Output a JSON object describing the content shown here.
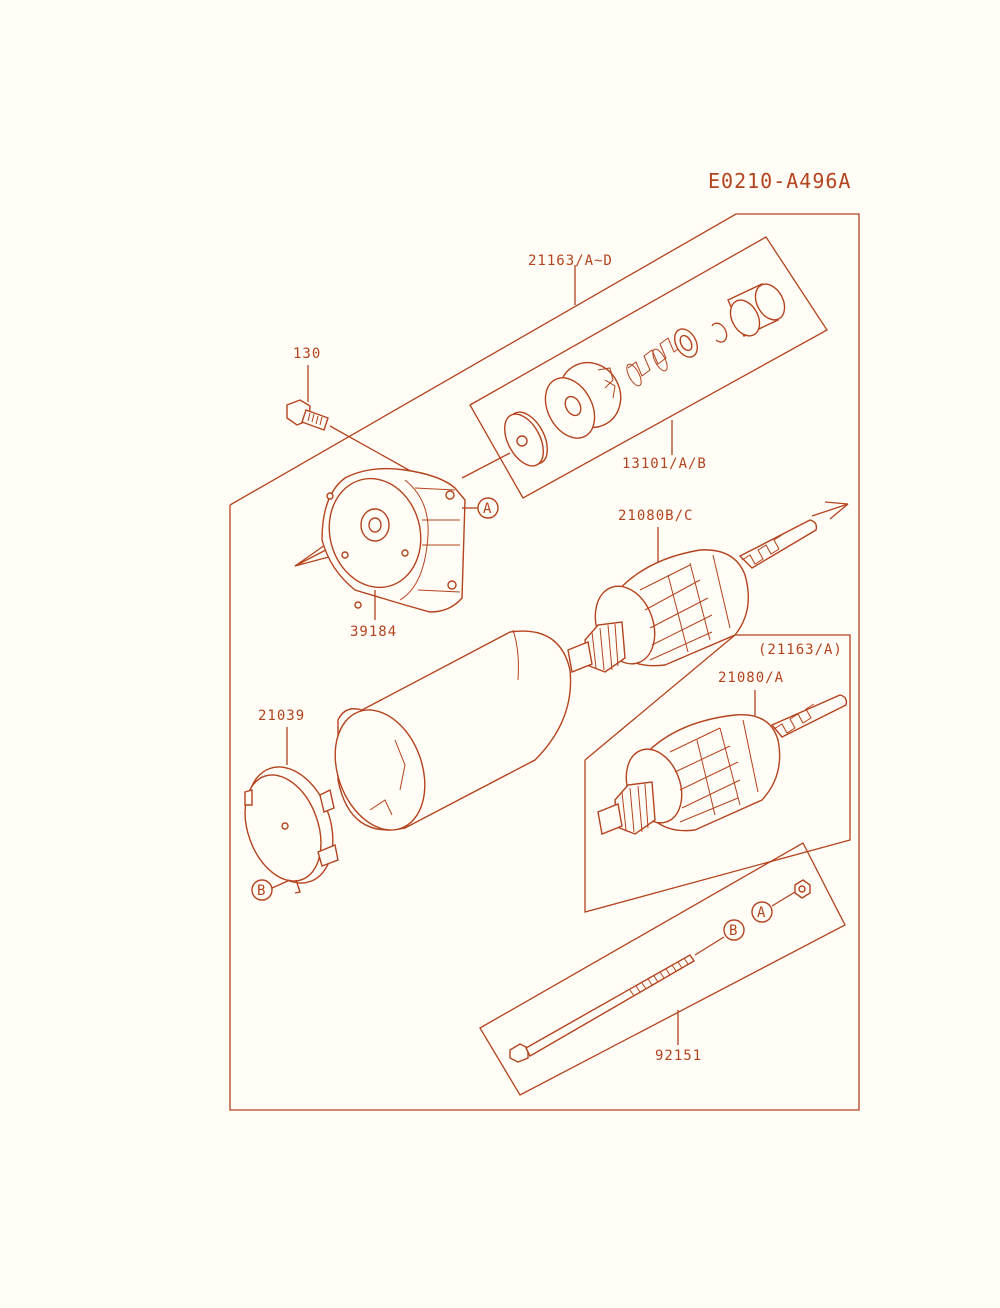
{
  "diagram_code": "E0210-A496A",
  "labels": {
    "p21163": "21163/A~D",
    "p130": "130",
    "p13101": "13101/A/B",
    "p21080bc": "21080B/C",
    "p39184": "39184",
    "p21163a": "(21163/A)",
    "p21080a": "21080/A",
    "p21039": "21039",
    "p92151": "92151"
  },
  "callouts": {
    "a1": "A",
    "b1": "B",
    "b2": "B",
    "a2": "A"
  },
  "colors": {
    "ink": "#b4431f",
    "paper": "#fffdf5"
  }
}
